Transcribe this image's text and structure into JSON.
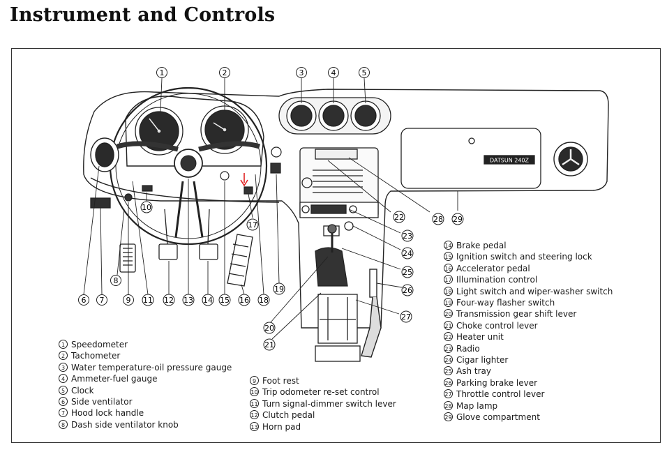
{
  "page": {
    "title": "Instrument and Controls"
  },
  "callouts": {
    "c1": "1",
    "c2": "2",
    "c3": "3",
    "c4": "4",
    "c5": "5",
    "c6": "6",
    "c7": "7",
    "c8": "8",
    "c9": "9",
    "c10": "10",
    "c11": "11",
    "c12": "12",
    "c13": "13",
    "c14": "14",
    "c15": "15",
    "c16": "16",
    "c18": "18",
    "c19": "19",
    "c20": "20",
    "c21": "21",
    "c22": "22",
    "c23": "23",
    "c24": "24",
    "c25": "25",
    "c26": "26",
    "c27": "27",
    "c28": "28",
    "c29": "29",
    "c17": "17"
  },
  "badge": {
    "text": "DATSUN 240Z"
  },
  "legend": {
    "items": [
      {
        "num": "1",
        "text": "Speedometer"
      },
      {
        "num": "2",
        "text": "Tachometer"
      },
      {
        "num": "3",
        "text": "Water temperature-oil pressure gauge"
      },
      {
        "num": "4",
        "text": "Ammeter-fuel gauge"
      },
      {
        "num": "5",
        "text": "Clock"
      },
      {
        "num": "6",
        "text": "Side ventilator"
      },
      {
        "num": "7",
        "text": "Hood lock handle"
      },
      {
        "num": "8",
        "text": "Dash side ventilator knob"
      },
      {
        "num": "9",
        "text": "Foot rest"
      },
      {
        "num": "10",
        "text": "Trip odometer re-set control"
      },
      {
        "num": "11",
        "text": "Turn signal-dimmer switch lever"
      },
      {
        "num": "12",
        "text": "Clutch pedal"
      },
      {
        "num": "13",
        "text": "Horn pad"
      },
      {
        "num": "14",
        "text": "Brake pedal"
      },
      {
        "num": "15",
        "text": "Ignition switch and steering lock"
      },
      {
        "num": "16",
        "text": "Accelerator pedal"
      },
      {
        "num": "17",
        "text": "Illumination control"
      },
      {
        "num": "18",
        "text": "Light switch and wiper-washer switch"
      },
      {
        "num": "19",
        "text": "Four-way flasher switch"
      },
      {
        "num": "20",
        "text": "Transmission gear shift lever"
      },
      {
        "num": "21",
        "text": "Choke control lever"
      },
      {
        "num": "22",
        "text": "Heater unit"
      },
      {
        "num": "23",
        "text": "Radio"
      },
      {
        "num": "24",
        "text": "Cigar lighter"
      },
      {
        "num": "25",
        "text": "Ash tray"
      },
      {
        "num": "26",
        "text": "Parking brake lever"
      },
      {
        "num": "27",
        "text": "Throttle control lever"
      },
      {
        "num": "28",
        "text": "Map lamp"
      },
      {
        "num": "29",
        "text": "Glove compartment"
      }
    ]
  },
  "colors": {
    "line": "#222222",
    "accent_arrow": "#e02020"
  }
}
